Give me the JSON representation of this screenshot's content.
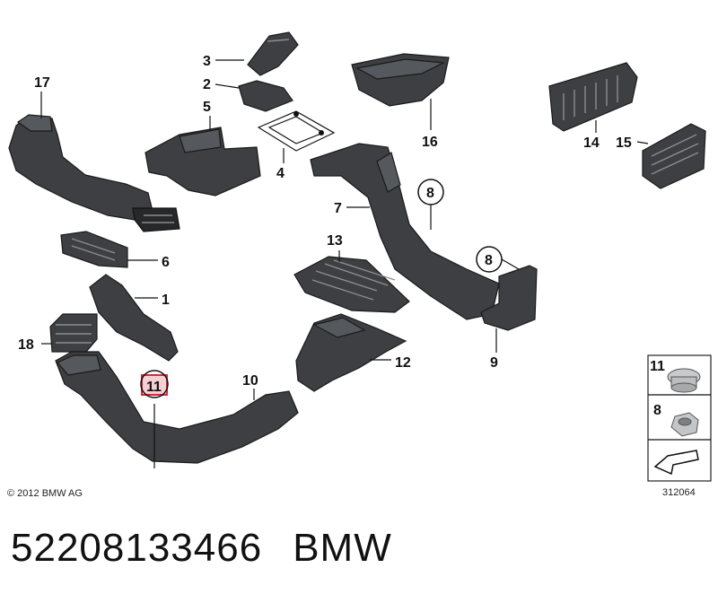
{
  "callouts": {
    "c1": "1",
    "c2": "2",
    "c3": "3",
    "c4": "4",
    "c5": "5",
    "c6": "6",
    "c7": "7",
    "c8a": "8",
    "c8b": "8",
    "c9": "9",
    "c10": "10",
    "c11": "11",
    "c12": "12",
    "c13": "13",
    "c14": "14",
    "c15": "15",
    "c16": "16",
    "c17": "17",
    "c18": "18"
  },
  "legend": {
    "item_a": "11",
    "item_b": "8"
  },
  "copyright": "© 2012 BMW AG",
  "diagram_number": "312064",
  "footer": {
    "part_number": "52208133466",
    "brand": "BMW"
  },
  "colors": {
    "part": "#3d3f42",
    "highlight_border": "#d8283a",
    "highlight_fill": "#f4d0d2"
  }
}
